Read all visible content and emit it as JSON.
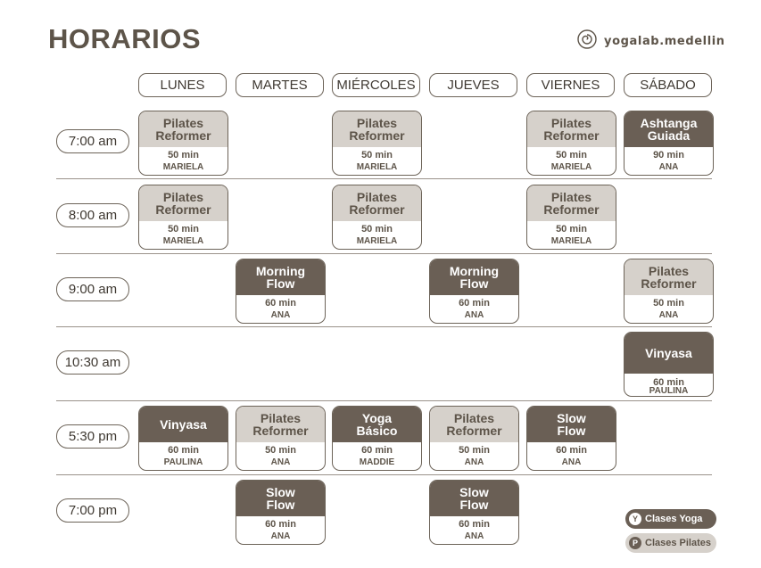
{
  "title": "HORARIOS",
  "brand": "yogalab.medellin",
  "days": [
    "LUNES",
    "MARTES",
    "MIÉRCOLES",
    "JUEVES",
    "VIERNES",
    "SÁBADO"
  ],
  "times": [
    "7:00 am",
    "8:00 am",
    "9:00 am",
    "10:30 am",
    "5:30 pm",
    "7:00 pm"
  ],
  "classes": [
    {
      "row": 0,
      "day": 0,
      "type": "pilates",
      "name": "Pilates\nReformer",
      "duration": "50 min",
      "instructor": "MARIELA"
    },
    {
      "row": 0,
      "day": 2,
      "type": "pilates",
      "name": "Pilates\nReformer",
      "duration": "50 min",
      "instructor": "MARIELA"
    },
    {
      "row": 0,
      "day": 4,
      "type": "pilates",
      "name": "Pilates\nReformer",
      "duration": "50 min",
      "instructor": "MARIELA"
    },
    {
      "row": 0,
      "day": 5,
      "type": "yoga",
      "name": "Ashtanga\nGuiada",
      "duration": "90 min",
      "instructor": "ANA"
    },
    {
      "row": 1,
      "day": 0,
      "type": "pilates",
      "name": "Pilates\nReformer",
      "duration": "50 min",
      "instructor": "MARIELA"
    },
    {
      "row": 1,
      "day": 2,
      "type": "pilates",
      "name": "Pilates\nReformer",
      "duration": "50 min",
      "instructor": "MARIELA"
    },
    {
      "row": 1,
      "day": 4,
      "type": "pilates",
      "name": "Pilates\nReformer",
      "duration": "50 min",
      "instructor": "MARIELA"
    },
    {
      "row": 2,
      "day": 1,
      "type": "yoga",
      "name": "Morning\nFlow",
      "duration": "60 min",
      "instructor": "ANA"
    },
    {
      "row": 2,
      "day": 3,
      "type": "yoga",
      "name": "Morning\nFlow",
      "duration": "60 min",
      "instructor": "ANA"
    },
    {
      "row": 2,
      "day": 5,
      "type": "pilates",
      "name": "Pilates\nReformer",
      "duration": "50 min",
      "instructor": "ANA"
    },
    {
      "row": 3,
      "day": 5,
      "type": "yoga",
      "name": "Vinyasa",
      "duration": "60 min",
      "instructor": "PAULINA",
      "tall": true
    },
    {
      "row": 4,
      "day": 0,
      "type": "yoga",
      "name": "Vinyasa",
      "duration": "60 min",
      "instructor": "PAULINA"
    },
    {
      "row": 4,
      "day": 1,
      "type": "pilates",
      "name": "Pilates\nReformer",
      "duration": "50 min",
      "instructor": "ANA"
    },
    {
      "row": 4,
      "day": 2,
      "type": "yoga",
      "name": "Yoga\nBásico",
      "duration": "60 min",
      "instructor": "MADDIE"
    },
    {
      "row": 4,
      "day": 3,
      "type": "pilates",
      "name": "Pilates\nReformer",
      "duration": "50 min",
      "instructor": "ANA"
    },
    {
      "row": 4,
      "day": 4,
      "type": "yoga",
      "name": "Slow\nFlow",
      "duration": "60 min",
      "instructor": "ANA"
    },
    {
      "row": 5,
      "day": 1,
      "type": "yoga",
      "name": "Slow\nFlow",
      "duration": "60 min",
      "instructor": "ANA"
    },
    {
      "row": 5,
      "day": 3,
      "type": "yoga",
      "name": "Slow\nFlow",
      "duration": "60 min",
      "instructor": "ANA"
    }
  ],
  "legend": {
    "yoga_badge": "Y",
    "yoga_label": "Clases Yoga",
    "pilates_badge": "P",
    "pilates_label": "Clases Pilates"
  },
  "colors": {
    "yoga": "#6a5f55",
    "pilates": "#d6d1cb",
    "text": "#5d5449"
  }
}
